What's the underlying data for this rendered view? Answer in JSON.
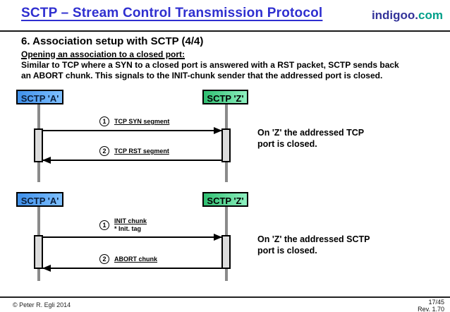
{
  "header": {
    "title": "SCTP – Stream Control Transmission Protocol",
    "logo_part1": "indigoo.",
    "logo_part2": "com"
  },
  "slide": {
    "heading": "6. Association setup with SCTP (4/4)",
    "subheading": "Opening an association to a closed port:",
    "body_line1": "Similar to TCP where a SYN to a closed port is answered with a RST packet, SCTP sends back",
    "body_line2": "an ABORT chunk. This signals to the INIT-chunk sender that the addressed port is closed."
  },
  "diagram1": {
    "actor_a": "SCTP 'A'",
    "actor_z": "SCTP 'Z'",
    "msg1_num": "1",
    "msg1_label": "TCP SYN segment",
    "msg2_num": "2",
    "msg2_label": "TCP RST segment",
    "note_line1": "On 'Z' the addressed TCP",
    "note_line2": "port is closed."
  },
  "diagram2": {
    "actor_a": "SCTP 'A'",
    "actor_z": "SCTP 'Z'",
    "msg1_num": "1",
    "msg1_label": "INIT chunk",
    "msg1_sublabel": "* Init. tag",
    "msg2_num": "2",
    "msg2_label": "ABORT chunk",
    "note_line1": "On 'Z' the addressed SCTP",
    "note_line2": "port is closed."
  },
  "footer": {
    "copyright": "© Peter R. Egli 2014",
    "page": "17/45",
    "revision": "Rev. 1.70"
  },
  "colors": {
    "header_blue": "#2f2fd0",
    "logo_navy": "#333399",
    "logo_teal": "#00a08a",
    "actor_a_fill": "#3f90ea",
    "actor_a_fill_light": "#7fc0ff",
    "actor_z_fill": "#2fbf71",
    "actor_z_fill_light": "#8ef0c0"
  }
}
